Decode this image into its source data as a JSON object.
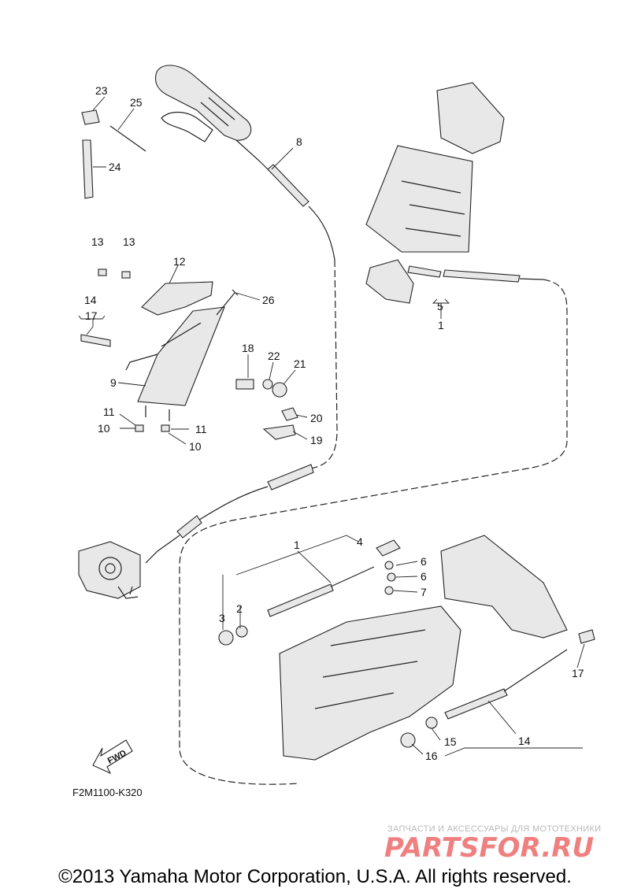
{
  "diagram": {
    "callouts": {
      "c1_top": "1",
      "c1_bottom": "1",
      "c2": "2",
      "c3": "3",
      "c4": "4",
      "c5": "5",
      "c6a": "6",
      "c6b": "6",
      "c7": "7",
      "c8": "8",
      "c9": "9",
      "c10a": "10",
      "c10b": "10",
      "c11a": "11",
      "c11b": "11",
      "c12": "12",
      "c13a": "13",
      "c13b": "13",
      "c14_top": "14",
      "c14_bottom": "14",
      "c15": "15",
      "c16": "16",
      "c17_top": "17",
      "c17_bottom": "17",
      "c18": "18",
      "c19": "19",
      "c20": "20",
      "c21": "21",
      "c22": "22",
      "c23": "23",
      "c24": "24",
      "c25": "25",
      "c26": "26"
    },
    "fwd_label": "FWD",
    "drawing_code": "F2M1100-K320"
  },
  "watermark": {
    "subtitle": "ЗАПЧАСТИ И АКСЕССУАРЫ ДЛЯ МОТОТЕХНИКИ",
    "brand": "PARTSFOR.RU",
    "color": "#f08080"
  },
  "footer": {
    "copyright": "©2013 Yamaha Motor Corporation, U.S.A. All rights reserved."
  }
}
